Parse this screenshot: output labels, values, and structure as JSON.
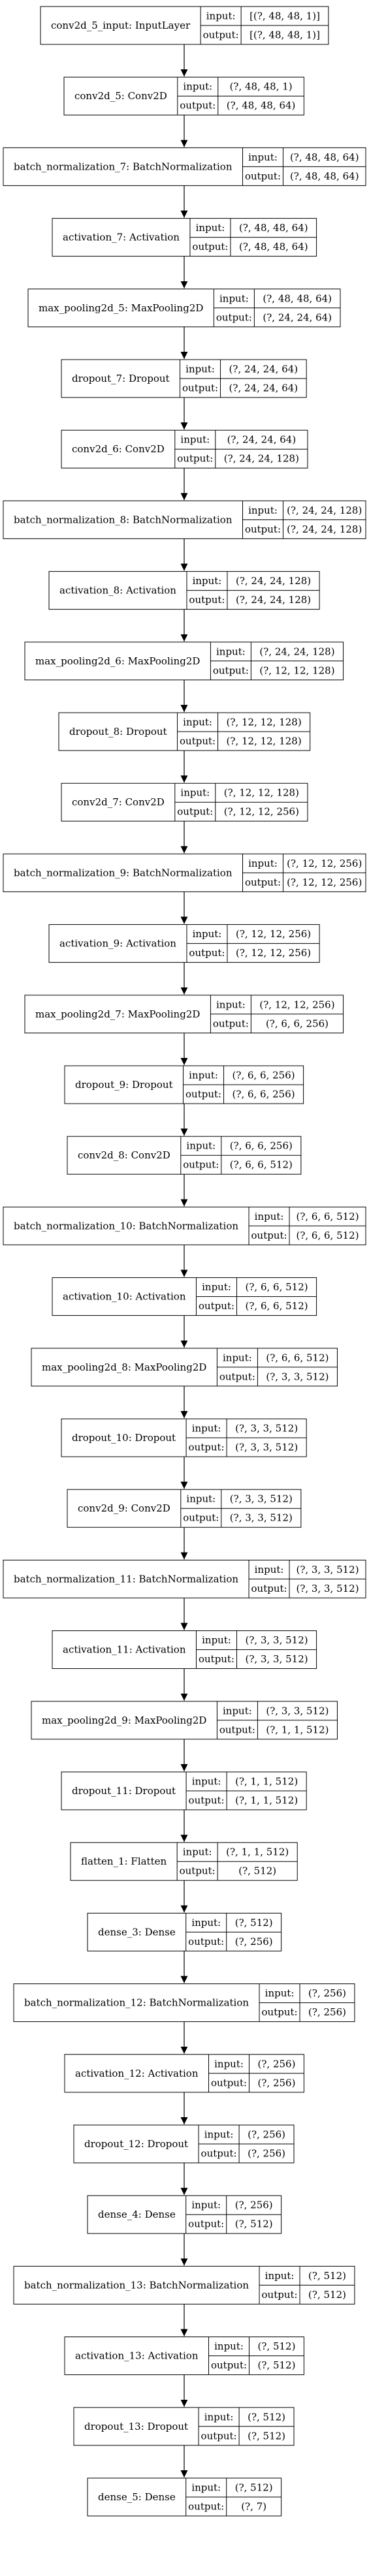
{
  "diagram": {
    "port_labels": {
      "input": "input:",
      "output": "output:"
    },
    "layers": [
      {
        "name": "conv2d_5_input: InputLayer",
        "input": "[(?, 48, 48, 1)]",
        "output": "[(?, 48, 48, 1)]"
      },
      {
        "name": "conv2d_5: Conv2D",
        "input": "(?, 48, 48, 1)",
        "output": "(?, 48, 48, 64)"
      },
      {
        "name": "batch_normalization_7: BatchNormalization",
        "input": "(?, 48, 48, 64)",
        "output": "(?, 48, 48, 64)"
      },
      {
        "name": "activation_7: Activation",
        "input": "(?, 48, 48, 64)",
        "output": "(?, 48, 48, 64)"
      },
      {
        "name": "max_pooling2d_5: MaxPooling2D",
        "input": "(?, 48, 48, 64)",
        "output": "(?, 24, 24, 64)"
      },
      {
        "name": "dropout_7: Dropout",
        "input": "(?, 24, 24, 64)",
        "output": "(?, 24, 24, 64)"
      },
      {
        "name": "conv2d_6: Conv2D",
        "input": "(?, 24, 24, 64)",
        "output": "(?, 24, 24, 128)"
      },
      {
        "name": "batch_normalization_8: BatchNormalization",
        "input": "(?, 24, 24, 128)",
        "output": "(?, 24, 24, 128)"
      },
      {
        "name": "activation_8: Activation",
        "input": "(?, 24, 24, 128)",
        "output": "(?, 24, 24, 128)"
      },
      {
        "name": "max_pooling2d_6: MaxPooling2D",
        "input": "(?, 24, 24, 128)",
        "output": "(?, 12, 12, 128)"
      },
      {
        "name": "dropout_8: Dropout",
        "input": "(?, 12, 12, 128)",
        "output": "(?, 12, 12, 128)"
      },
      {
        "name": "conv2d_7: Conv2D",
        "input": "(?, 12, 12, 128)",
        "output": "(?, 12, 12, 256)"
      },
      {
        "name": "batch_normalization_9: BatchNormalization",
        "input": "(?, 12, 12, 256)",
        "output": "(?, 12, 12, 256)"
      },
      {
        "name": "activation_9: Activation",
        "input": "(?, 12, 12, 256)",
        "output": "(?, 12, 12, 256)"
      },
      {
        "name": "max_pooling2d_7: MaxPooling2D",
        "input": "(?, 12, 12, 256)",
        "output": "(?, 6, 6, 256)"
      },
      {
        "name": "dropout_9: Dropout",
        "input": "(?, 6, 6, 256)",
        "output": "(?, 6, 6, 256)"
      },
      {
        "name": "conv2d_8: Conv2D",
        "input": "(?, 6, 6, 256)",
        "output": "(?, 6, 6, 512)"
      },
      {
        "name": "batch_normalization_10: BatchNormalization",
        "input": "(?, 6, 6, 512)",
        "output": "(?, 6, 6, 512)"
      },
      {
        "name": "activation_10: Activation",
        "input": "(?, 6, 6, 512)",
        "output": "(?, 6, 6, 512)"
      },
      {
        "name": "max_pooling2d_8: MaxPooling2D",
        "input": "(?, 6, 6, 512)",
        "output": "(?, 3, 3, 512)"
      },
      {
        "name": "dropout_10: Dropout",
        "input": "(?, 3, 3, 512)",
        "output": "(?, 3, 3, 512)"
      },
      {
        "name": "conv2d_9: Conv2D",
        "input": "(?, 3, 3, 512)",
        "output": "(?, 3, 3, 512)"
      },
      {
        "name": "batch_normalization_11: BatchNormalization",
        "input": "(?, 3, 3, 512)",
        "output": "(?, 3, 3, 512)"
      },
      {
        "name": "activation_11: Activation",
        "input": "(?, 3, 3, 512)",
        "output": "(?, 3, 3, 512)"
      },
      {
        "name": "max_pooling2d_9: MaxPooling2D",
        "input": "(?, 3, 3, 512)",
        "output": "(?, 1, 1, 512)"
      },
      {
        "name": "dropout_11: Dropout",
        "input": "(?, 1, 1, 512)",
        "output": "(?, 1, 1, 512)"
      },
      {
        "name": "flatten_1: Flatten",
        "input": "(?, 1, 1, 512)",
        "output": "(?, 512)"
      },
      {
        "name": "dense_3: Dense",
        "input": "(?, 512)",
        "output": "(?, 256)"
      },
      {
        "name": "batch_normalization_12: BatchNormalization",
        "input": "(?, 256)",
        "output": "(?, 256)"
      },
      {
        "name": "activation_12: Activation",
        "input": "(?, 256)",
        "output": "(?, 256)"
      },
      {
        "name": "dropout_12: Dropout",
        "input": "(?, 256)",
        "output": "(?, 256)"
      },
      {
        "name": "dense_4: Dense",
        "input": "(?, 256)",
        "output": "(?, 512)"
      },
      {
        "name": "batch_normalization_13: BatchNormalization",
        "input": "(?, 512)",
        "output": "(?, 512)"
      },
      {
        "name": "activation_13: Activation",
        "input": "(?, 512)",
        "output": "(?, 512)"
      },
      {
        "name": "dropout_13: Dropout",
        "input": "(?, 512)",
        "output": "(?, 512)"
      },
      {
        "name": "dense_5: Dense",
        "input": "(?, 512)",
        "output": "(?, 7)"
      }
    ]
  }
}
